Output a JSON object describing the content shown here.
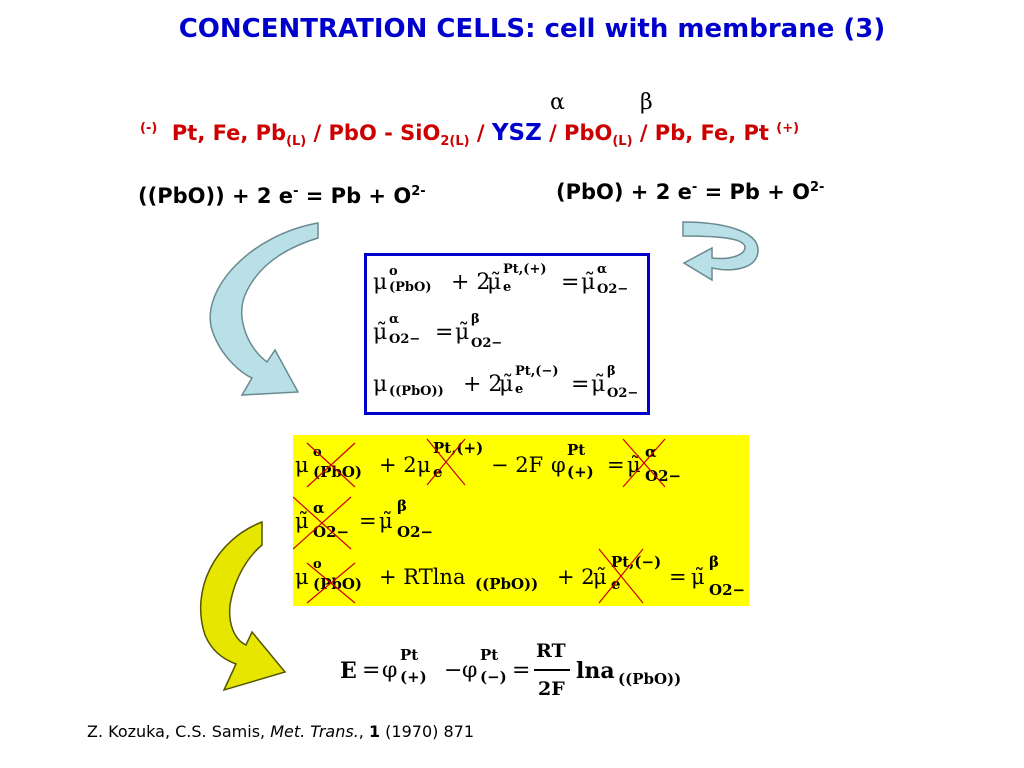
{
  "title": "CONCENTRATION CELLS: cell with membrane (3)",
  "phase_labels": {
    "alpha": "α",
    "beta": "β"
  },
  "cell": {
    "neg_sign": "(-)",
    "left": "Pt, Fe, Pb",
    "left_sub": "(L)",
    "mid1": " / PbO - SiO",
    "mid1_sub": "2(L)",
    "sep": " / ",
    "membrane": "YSZ",
    "sep2": " / PbO",
    "right_sub": "(L)",
    "right": " / Pb, Fe, Pt ",
    "pos_sign": "(+)"
  },
  "reactions": {
    "left": {
      "lhs": "((PbO)) + 2 e",
      "e_sup": "-",
      "rhs": "  =  Pb + O",
      "o_sup": "2-"
    },
    "right": {
      "lhs": "(PbO) + 2 e",
      "e_sup": "-",
      "rhs": "  =  Pb + O",
      "o_sup": "2-"
    }
  },
  "box_equations": {
    "eq1": {
      "mu": "μ",
      "mu_sup": "o",
      "mu_sub": "(PbO)",
      "op1": "+ 2",
      "mut": "μ̃",
      "mut_sup": "Pt,(+)",
      "mut_sub": "e",
      "eq": "=",
      "rhs": "μ̃",
      "rhs_sup": "α",
      "rhs_sub": "O2−"
    },
    "eq2": {
      "lhs": "μ̃",
      "lhs_sup": "α",
      "lhs_sub": "O2−",
      "eq": "=",
      "rhs": "μ̃",
      "rhs_sup": "β",
      "rhs_sub": "O2−"
    },
    "eq3": {
      "mu": "μ",
      "mu_sub": "((PbO))",
      "op1": "+ 2",
      "mut": "μ̃",
      "mut_sup": "Pt,(−)",
      "mut_sub": "e",
      "eq": "=",
      "rhs": "μ̃",
      "rhs_sup": "β",
      "rhs_sub": "O2−"
    }
  },
  "yellow_equations": {
    "eq1": {
      "mu": "μ",
      "mu_sup": "o",
      "mu_sub": "(PbO)",
      "op1": "+ 2",
      "mu2": "μ",
      "mu2_sup": "Pt,(+)",
      "mu2_sub": "e",
      "op2": "− 2F",
      "phi": "φ",
      "phi_sup": "Pt",
      "phi_sub": "(+)",
      "eq": "=",
      "rhs": "μ̃",
      "rhs_sup": "α",
      "rhs_sub": "O2−"
    },
    "eq2": {
      "lhs": "μ̃",
      "lhs_sup": "α",
      "lhs_sub": "O2−",
      "eq": "=",
      "rhs": "μ̃",
      "rhs_sup": "β",
      "rhs_sub": "O2−"
    },
    "eq3": {
      "mu": "μ",
      "mu_sup": "o",
      "mu_sub": "(PbO)",
      "op1": "+ RTlna",
      "a_sub": "((PbO))",
      "op2": "+ 2",
      "mut": "μ̃",
      "mut_sup": "Pt,(−)",
      "mut_sub": "e",
      "eq": "=",
      "rhs": "μ̃",
      "rhs_sup": "β",
      "rhs_sub": "O2−"
    }
  },
  "final_equation": {
    "E": "E",
    "eq1": "=",
    "phi1": "φ",
    "phi1_sup": "Pt",
    "phi1_sub": "(+)",
    "minus": "−",
    "phi2": "φ",
    "phi2_sup": "Pt",
    "phi2_sub": "(−)",
    "eq2": "=",
    "num": "RT",
    "den": "2F",
    "ln": "lna",
    "ln_sub": "((PbO))"
  },
  "reference": {
    "authors": "Z. Kozuka, C.S. Samis, ",
    "journal": "Met. Trans.",
    "comma": ", ",
    "volume": "1",
    "rest": " (1970) 871"
  },
  "colors": {
    "title": "#0000cc",
    "cell_text": "#cc0000",
    "box_border": "#0000cc",
    "yellow_box": "#ffff00",
    "arrow_teal": "#b8e0e6",
    "arrow_yellow": "#e6e600",
    "cross_lines": "#cc0000"
  }
}
